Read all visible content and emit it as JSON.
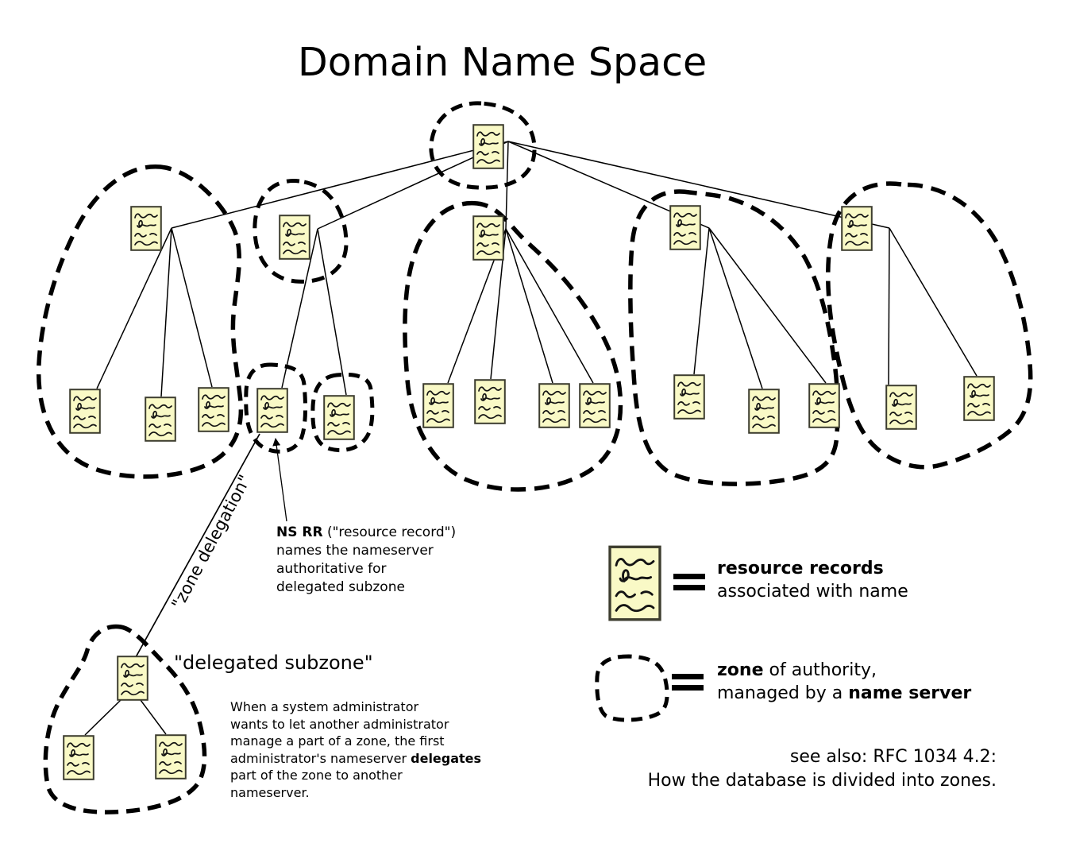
{
  "title": "Domain Name Space",
  "annotations": {
    "zone_delegation_label": "\"zone delegation\"",
    "ns_rr": {
      "bold": "NS RR",
      "rest": " (\"resource record\")",
      "line2": "names the nameserver",
      "line3": "authoritative for",
      "line4": "delegated subzone"
    },
    "delegated_subzone_label": "\"delegated subzone\"",
    "note": {
      "l1": "When a system administrator",
      "l2": "wants to let another administrator",
      "l3": "manage a part of a zone, the first",
      "l4a": "administrator's nameserver ",
      "l4b": "delegates",
      "l5": "part of the zone to another",
      "l6": "nameserver."
    }
  },
  "legend": {
    "resource_records": {
      "bold": "resource records",
      "line2": "associated with name"
    },
    "zone": {
      "bold1": "zone",
      "rest1": " of authority,",
      "line2a": "managed by a ",
      "bold2": "name server"
    }
  },
  "see_also": {
    "line1": "see also: RFC 1034 4.2:",
    "line2": "How the database is divided into zones."
  },
  "tree": {
    "root_children": 5,
    "zone_a_leaves": 3,
    "zone_b_delegations": 2,
    "zone_c_leaves": 4,
    "zone_d_leaves": 3,
    "zone_e_leaves": 2,
    "delegated_subzone_leaves": 2
  },
  "colors": {
    "record_fill": "#f9f9c6",
    "record_border": "#3d3d2f",
    "ink": "#000000",
    "background": "#ffffff"
  },
  "icons": {
    "resource_record": "resource-record-icon",
    "zone_outline": "zone-outline-icon",
    "equals": "equals-icon",
    "arrowhead": "arrowhead-icon"
  }
}
